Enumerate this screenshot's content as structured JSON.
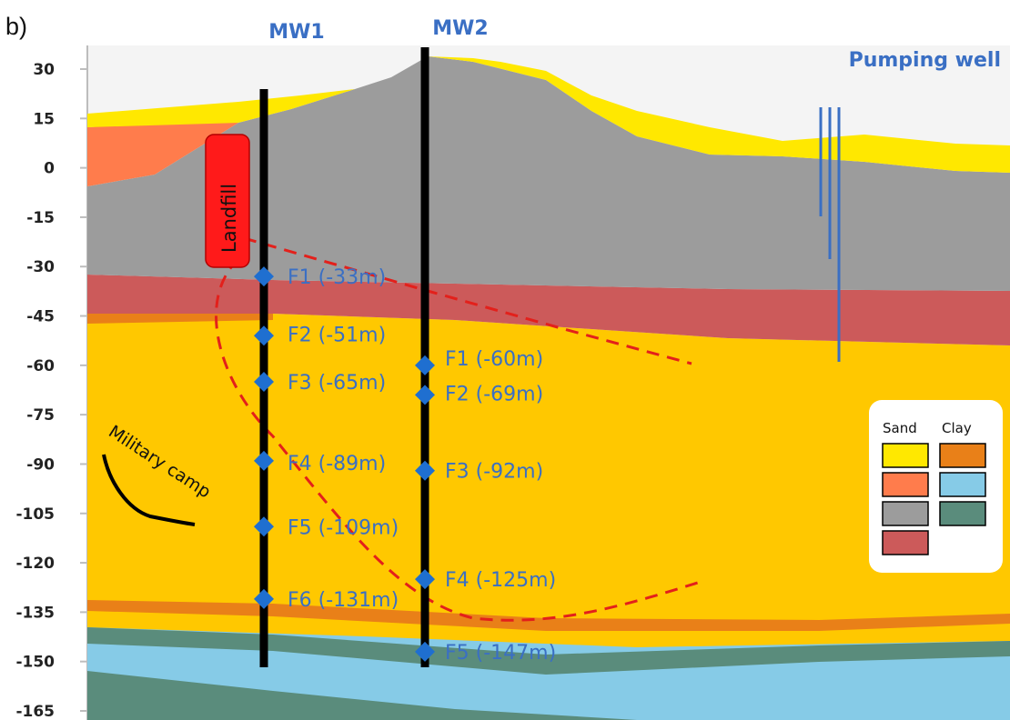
{
  "panel_label": "b)",
  "y_ticks": [
    30,
    15,
    0,
    -15,
    -30,
    -45,
    -60,
    -75,
    -90,
    -105,
    -120,
    -135,
    -150,
    -165
  ],
  "wells": [
    {
      "name": "MW1",
      "ports": [
        {
          "label": "F1 (-33m)",
          "depth": -33
        },
        {
          "label": "F2 (-51m)",
          "depth": -51
        },
        {
          "label": "F3 (-65m)",
          "depth": -65
        },
        {
          "label": "F4 (-89m)",
          "depth": -89
        },
        {
          "label": "F5 (-109m)",
          "depth": -109
        },
        {
          "label": "F6 (-131m)",
          "depth": -131
        }
      ]
    },
    {
      "name": "MW2",
      "ports": [
        {
          "label": "F1 (-60m)",
          "depth": -60
        },
        {
          "label": "F2 (-69m)",
          "depth": -69
        },
        {
          "label": "F3 (-92m)",
          "depth": -92
        },
        {
          "label": "F4 (-125m)",
          "depth": -125
        },
        {
          "label": "F5 (-147m)",
          "depth": -147
        }
      ]
    }
  ],
  "pumping_well": "Pumping well",
  "landfill": "Landfill",
  "military_camp": "Military camp",
  "legend": {
    "sand_label": "Sand",
    "clay_label": "Clay",
    "sand_colors": [
      "#ffe800",
      "#ff7c4c",
      "#9c9c9c",
      "#cc5a5a"
    ],
    "clay_colors": [
      "#e98018",
      "#86cbe7",
      "#5a8c7c"
    ]
  },
  "colors": {
    "well_label": "#3a6fc4",
    "port_marker": "#1f6fd0",
    "plume": "#e3201b",
    "landfill_fill": "#ff1a1a"
  }
}
